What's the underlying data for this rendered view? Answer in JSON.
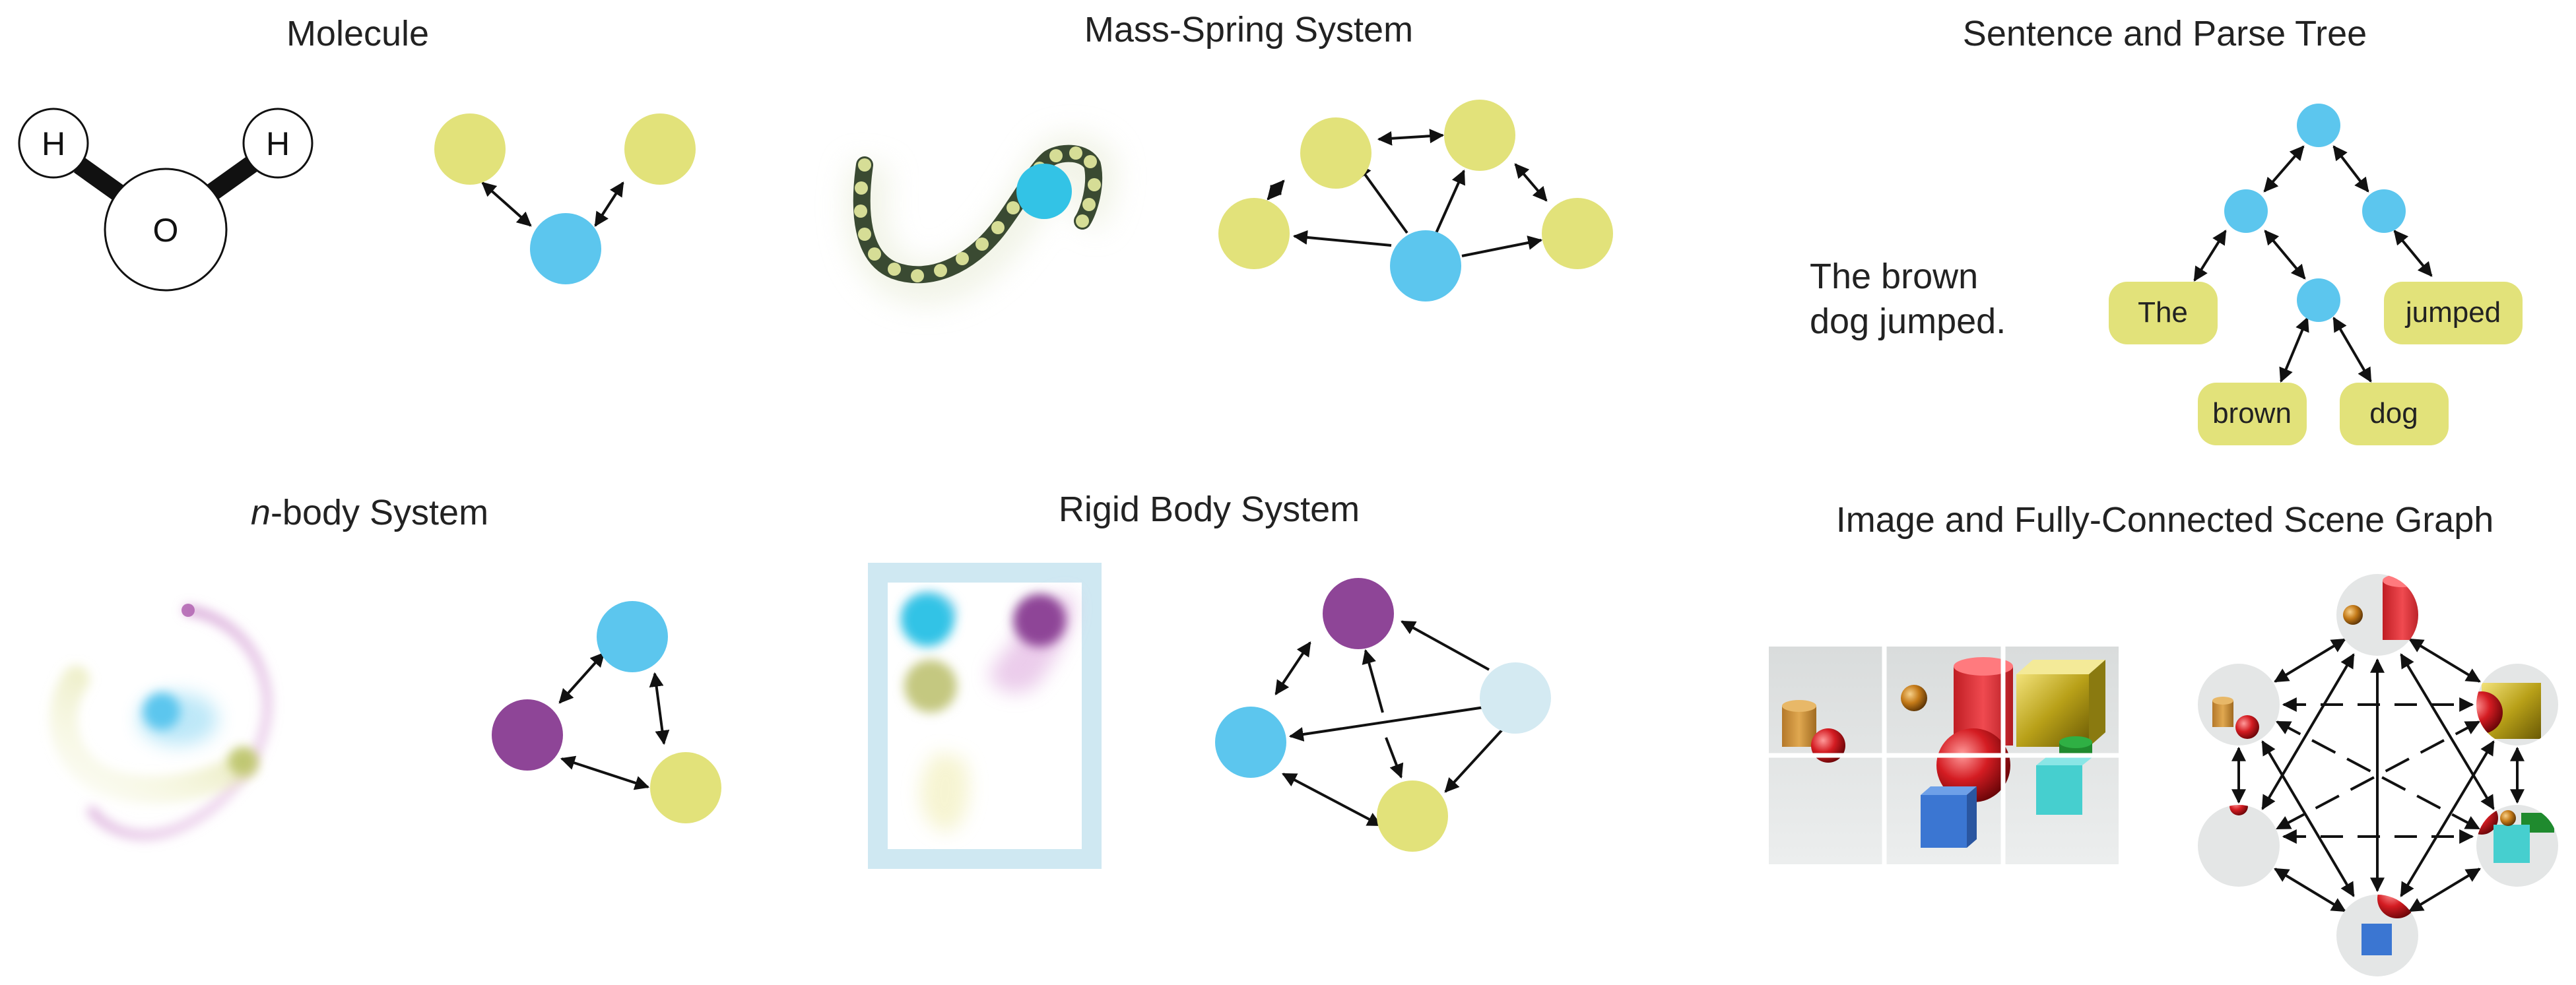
{
  "colors": {
    "yellow": "#e2e27a",
    "blue": "#5cc6ee",
    "purple": "#8e4597",
    "pale_blue": "#d4eaf2",
    "edge": "#111111",
    "spring_dark": "#3a4a32",
    "spring_bead": "#d6dd96",
    "frame": "#cfe8f2"
  },
  "panels": {
    "molecule": {
      "title": "Molecule",
      "atoms": {
        "h_left": "H",
        "o": "O",
        "h_right": "H"
      }
    },
    "mass_spring": {
      "title": "Mass-Spring System"
    },
    "parse_tree": {
      "title": "Sentence and Parse Tree",
      "sentence_line1": "The brown",
      "sentence_line2": "dog jumped.",
      "words": {
        "the": "The",
        "jumped": "jumped",
        "brown": "brown",
        "dog": "dog"
      }
    },
    "nbody": {
      "title_italic": "n",
      "title_rest": "-body System"
    },
    "rigid_body": {
      "title": "Rigid Body System"
    },
    "scene_graph": {
      "title": "Image and Fully-Connected Scene Graph"
    }
  }
}
